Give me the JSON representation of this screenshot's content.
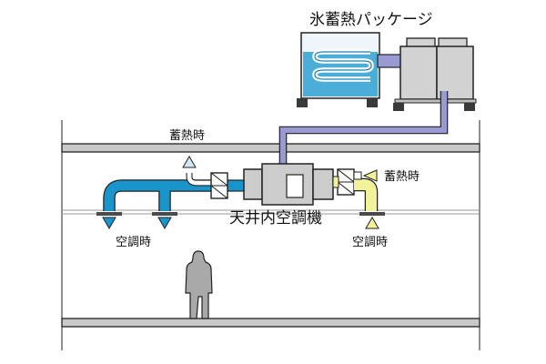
{
  "labels": {
    "package": "氷蓄熱パッケージ",
    "ceiling_unit": "天井内空調機",
    "storage_mode_left": "蓄熱時",
    "storage_mode_right": "蓄熱時",
    "cooling_mode_left": "空調時",
    "cooling_mode_right": "空調時"
  },
  "colors": {
    "duct_blue": "#1a95cc",
    "duct_yellow": "#f2f29a",
    "pipe_purple": "#9a9ad2",
    "tank_water": "#4aaed8",
    "tank_top": "#eef6fb",
    "unit_grey": "#cccccc",
    "outdoor_unit": "#d2d2d2",
    "person": "#a9a9a9",
    "arrow_blue": "#1a95cc",
    "arrow_yellow": "#f5f09a",
    "arrow_light": "#cfeaf3"
  }
}
